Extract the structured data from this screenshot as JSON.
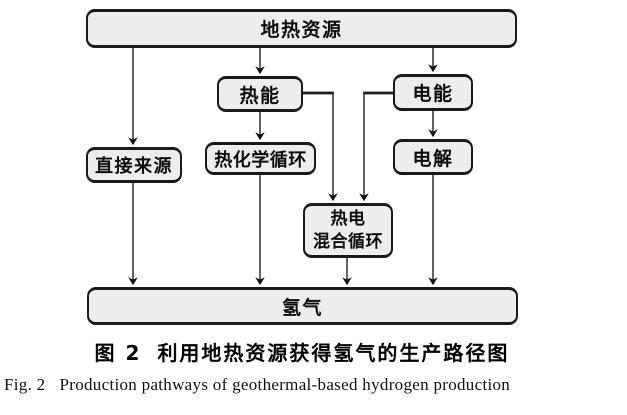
{
  "figure": {
    "type": "flowchart",
    "nodes": {
      "geothermal": "地热资源",
      "thermal": "热能",
      "electric": "电能",
      "direct": "直接来源",
      "thermochemical": "热化学循环",
      "electrolysis": "电解",
      "hybrid": "热电\n混合循环",
      "hydrogen": "氢气"
    },
    "edges": [
      "geothermal->direct",
      "geothermal->thermal",
      "geothermal->electric",
      "thermal->thermochemical",
      "thermal->hybrid",
      "electric->hybrid",
      "electric->electrolysis",
      "direct->hydrogen",
      "thermochemical->hydrogen",
      "hybrid->hydrogen",
      "electrolysis->hydrogen"
    ],
    "captions": {
      "zh_label": "图 2",
      "zh_title": "利用地热资源获得氢气的生产路径图",
      "en_label": "Fig. 2",
      "en_title": "Production pathways of geothermal-based hydrogen production"
    },
    "colors": {
      "background": "#ffffff",
      "box_fill": "#ededed",
      "box_border": "#1a1a1a",
      "connector": "#3c3c3c",
      "arrowhead": "#111111"
    }
  }
}
